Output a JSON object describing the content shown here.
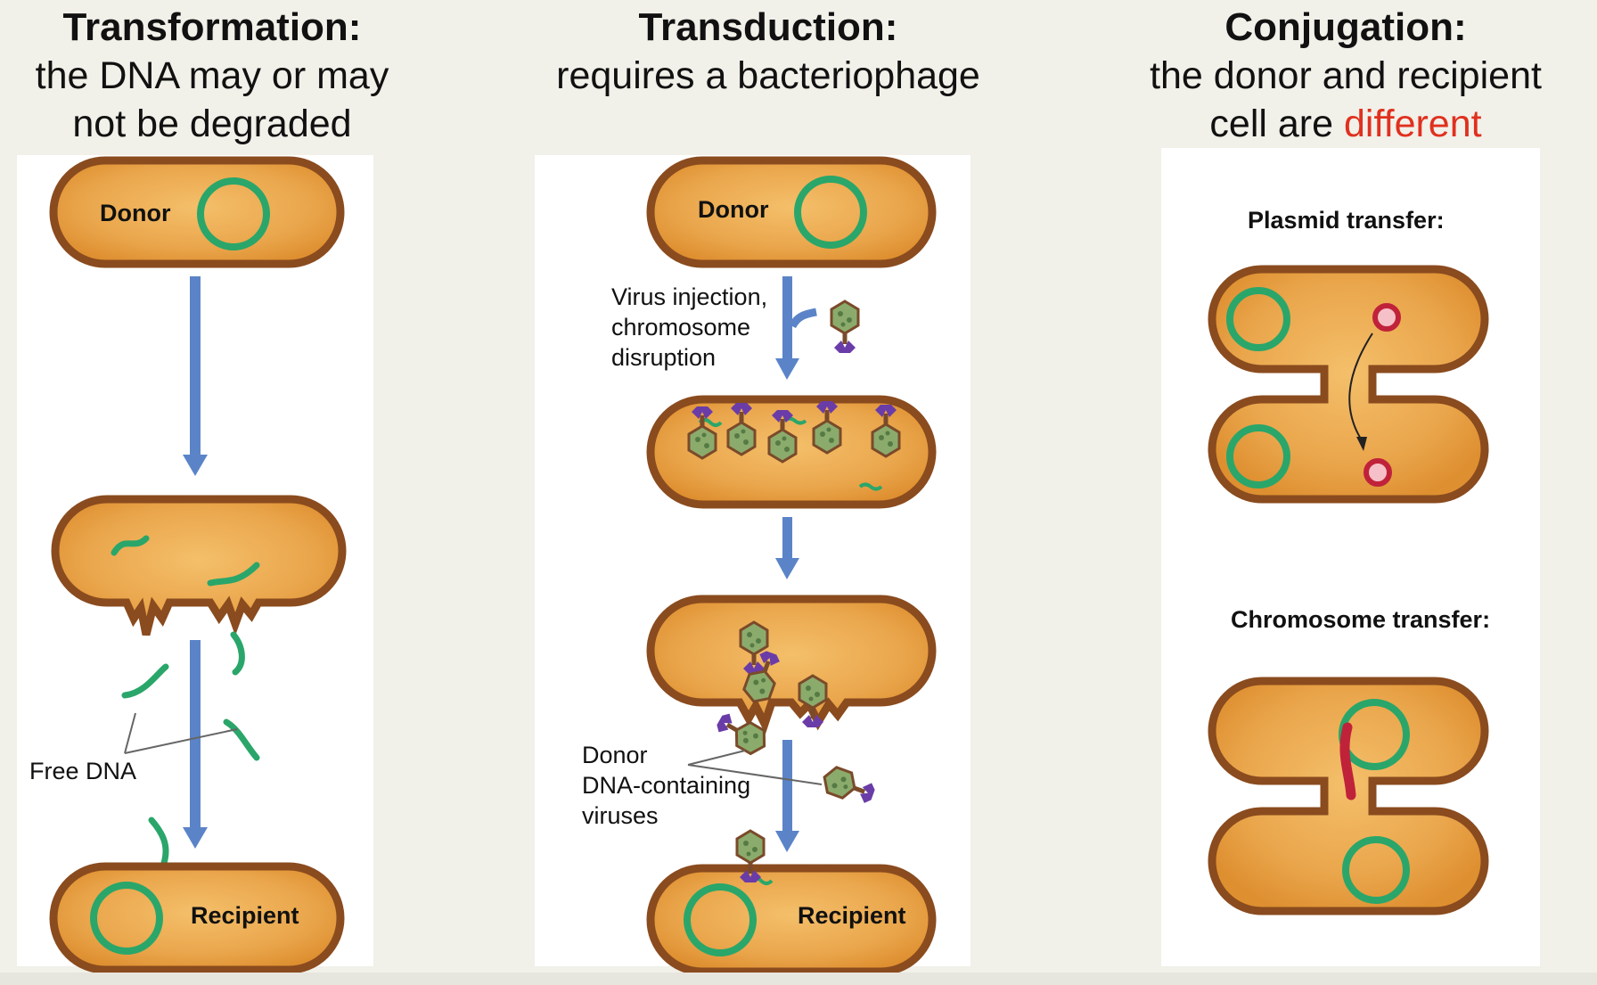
{
  "columns": [
    {
      "title": "Transformation:",
      "subtitle_lines": [
        "the DNA may or may",
        "not be degraded"
      ],
      "labels": {
        "donor": "Donor",
        "recipient": "Recipient",
        "free_dna": "Free DNA"
      }
    },
    {
      "title": "Transduction:",
      "subtitle_lines": [
        "requires a bacteriophage"
      ],
      "labels": {
        "donor": "Donor",
        "recipient": "Recipient",
        "virus_injection": [
          "Virus injection,",
          "chromosome",
          "disruption"
        ],
        "donor_viruses": [
          "Donor",
          "DNA-containing",
          "viruses"
        ]
      }
    },
    {
      "title": "Conjugation:",
      "subtitle_line1": "the donor and recipient",
      "subtitle_line2_pre": "cell are ",
      "subtitle_line2_highlight": "different",
      "labels": {
        "plasmid_transfer": "Plasmid transfer:",
        "chromosome_transfer": "Chromosome transfer:"
      }
    }
  ],
  "colors": {
    "background": "#f1f0e9",
    "cell_fill": "#e9a44a",
    "cell_border": "#8a4b1e",
    "dna_green": "#2aa66a",
    "arrow_blue": "#5b84c8",
    "plasmid_red": "#c0223a",
    "highlight_red": "#e0301e"
  }
}
